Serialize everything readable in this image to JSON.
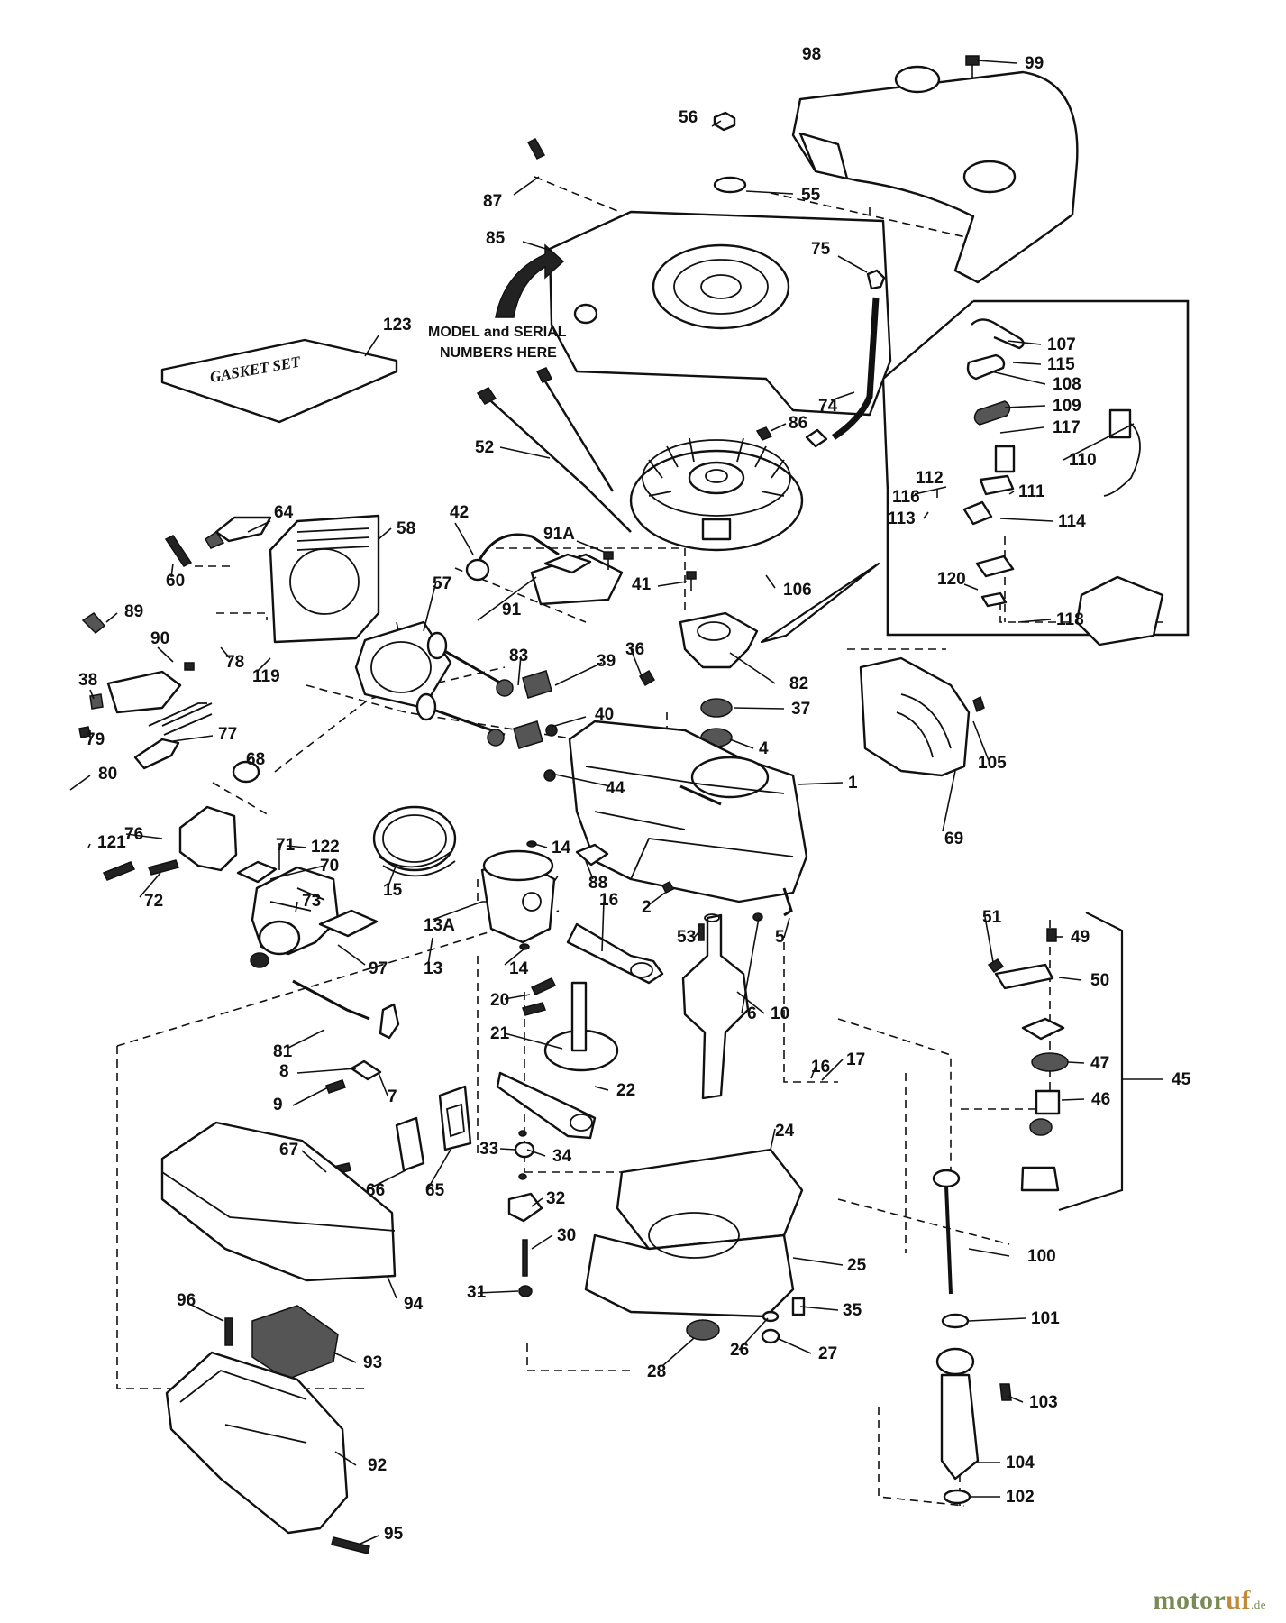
{
  "diagram": {
    "model_note_line1": "MODEL and SERIAL",
    "model_note_line2": "NUMBERS HERE",
    "gasket_set_label": "GASKET SET",
    "part_numbers": [
      "98",
      "99",
      "56",
      "55",
      "87",
      "85",
      "75",
      "123",
      "74",
      "86",
      "52",
      "107",
      "115",
      "108",
      "109",
      "117",
      "110",
      "112",
      "111",
      "116",
      "113",
      "114",
      "120",
      "118",
      "64",
      "58",
      "42",
      "91A",
      "60",
      "41",
      "106",
      "89",
      "57",
      "91",
      "36",
      "90",
      "78",
      "82",
      "119",
      "83",
      "38",
      "39",
      "79",
      "40",
      "44",
      "37",
      "4",
      "77",
      "68",
      "105",
      "1",
      "80",
      "76",
      "69",
      "122",
      "121",
      "70",
      "71",
      "14",
      "15",
      "88",
      "72",
      "13A",
      "16",
      "2",
      "51",
      "49",
      "53",
      "5",
      "73",
      "97",
      "13",
      "14",
      "6",
      "50",
      "20",
      "10",
      "45",
      "21",
      "47",
      "81",
      "16",
      "17",
      "8",
      "22",
      "46",
      "9",
      "7",
      "24",
      "67",
      "33",
      "34",
      "32",
      "66",
      "65",
      "100",
      "30",
      "25",
      "94",
      "96",
      "31",
      "35",
      "101",
      "93",
      "26",
      "27",
      "28",
      "103",
      "92",
      "104",
      "102",
      "95"
    ]
  },
  "watermark": {
    "part1": "motor",
    "part2": "uf",
    "suffix": ".de"
  }
}
